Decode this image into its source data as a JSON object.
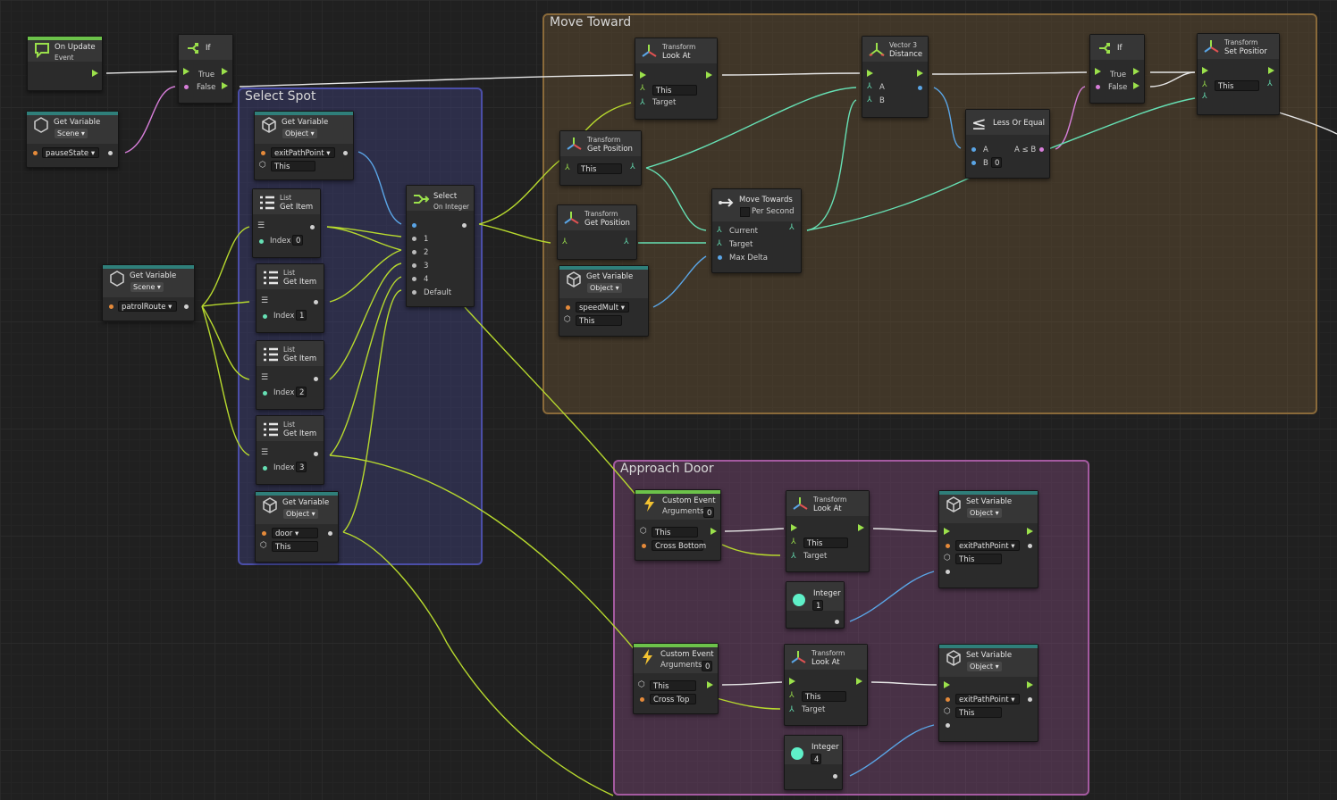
{
  "groups": {
    "move_toward": "Move Toward",
    "select_spot": "Select Spot",
    "approach_door": "Approach Door"
  },
  "nodes": {
    "on_update": {
      "title": "On Update",
      "subtitle": "Event"
    },
    "if1": {
      "title": "If",
      "true_label": "True",
      "false_label": "False"
    },
    "get_var_pause": {
      "title": "Get Variable",
      "kind": "Scene",
      "var": "pauseState"
    },
    "get_var_patrol": {
      "title": "Get Variable",
      "kind": "Scene",
      "var": "patrolRoute"
    },
    "get_var_exit": {
      "title": "Get Variable",
      "kind": "Object",
      "var": "exitPathPoint",
      "target": "This"
    },
    "list_get_0": {
      "category": "List",
      "title": "Get Item",
      "index_label": "Index",
      "index": "0"
    },
    "list_get_1": {
      "category": "List",
      "title": "Get Item",
      "index_label": "Index",
      "index": "1"
    },
    "list_get_2": {
      "category": "List",
      "title": "Get Item",
      "index_label": "Index",
      "index": "2"
    },
    "list_get_3": {
      "category": "List",
      "title": "Get Item",
      "index_label": "Index",
      "index": "3"
    },
    "get_var_door": {
      "title": "Get Variable",
      "kind": "Object",
      "var": "door",
      "target": "This"
    },
    "select_int": {
      "title": "Select",
      "subtitle": "On Integer",
      "options": [
        "1",
        "2",
        "3",
        "4",
        "Default"
      ]
    },
    "look_at_top": {
      "category": "Transform",
      "title": "Look At",
      "target_obj": "This",
      "target_label": "Target"
    },
    "get_pos_1": {
      "category": "Transform",
      "title": "Get Position",
      "target_obj": "This"
    },
    "get_pos_2": {
      "category": "Transform",
      "title": "Get Position"
    },
    "get_var_speed": {
      "title": "Get Variable",
      "kind": "Object",
      "var": "speedMult",
      "target": "This"
    },
    "move_towards": {
      "title": "Move Towards",
      "per_second": "Per Second",
      "current": "Current",
      "target": "Target",
      "max_delta": "Max Delta"
    },
    "vec3_distance": {
      "category": "Vector 3",
      "title": "Distance",
      "a": "A",
      "b": "B"
    },
    "less_or_equal": {
      "title": "Less Or Equal",
      "a": "A",
      "b": "B",
      "out": "A ≤ B",
      "b_value": "0"
    },
    "if2": {
      "title": "If",
      "true_label": "True",
      "false_label": "False"
    },
    "set_position": {
      "category": "Transform",
      "title": "Set Positior",
      "target_obj": "This"
    },
    "custom_event_1": {
      "title": "Custom Event",
      "subtitle": "Arguments",
      "args": "0",
      "target": "This",
      "name": "Cross Bottom"
    },
    "look_at_door_1": {
      "category": "Transform",
      "title": "Look At",
      "target_obj": "This",
      "target_label": "Target"
    },
    "set_var_1": {
      "title": "Set Variable",
      "kind": "Object",
      "var": "exitPathPoint",
      "target": "This"
    },
    "integer_1": {
      "title": "Integer",
      "value": "1"
    },
    "custom_event_2": {
      "title": "Custom Event",
      "subtitle": "Arguments",
      "args": "0",
      "target": "This",
      "name": "Cross Top"
    },
    "look_at_door_2": {
      "category": "Transform",
      "title": "Look At",
      "target_obj": "This",
      "target_label": "Target"
    },
    "set_var_2": {
      "title": "Set Variable",
      "kind": "Object",
      "var": "exitPathPoint",
      "target": "This"
    },
    "integer_2": {
      "title": "Integer",
      "value": "4"
    }
  },
  "colors": {
    "flow": "#9be14b",
    "wire_white": "#e6e6e6",
    "wire_lime": "#b7d92e",
    "wire_teal": "#66e0b4",
    "wire_blue": "#5aa5e6",
    "wire_pink": "#d77ed9",
    "group_move": "#8a6a3a",
    "group_select": "#4b4ea8",
    "group_approach": "#a45aa0",
    "event_bar": "#6cc24a",
    "var_bar": "#2f7f7a"
  },
  "icons": {
    "on_update": "event-loop-icon",
    "if": "branch-icon",
    "get_variable": "variable-cube-icon",
    "list": "list-icon",
    "select": "select-switch-icon",
    "transform": "transform-axes-icon",
    "move_towards": "move-arrow-icon",
    "vector3": "vector-icon",
    "less_or_equal": "less-equal-icon",
    "custom_event": "lightning-icon",
    "integer": "integer-circle-icon"
  }
}
